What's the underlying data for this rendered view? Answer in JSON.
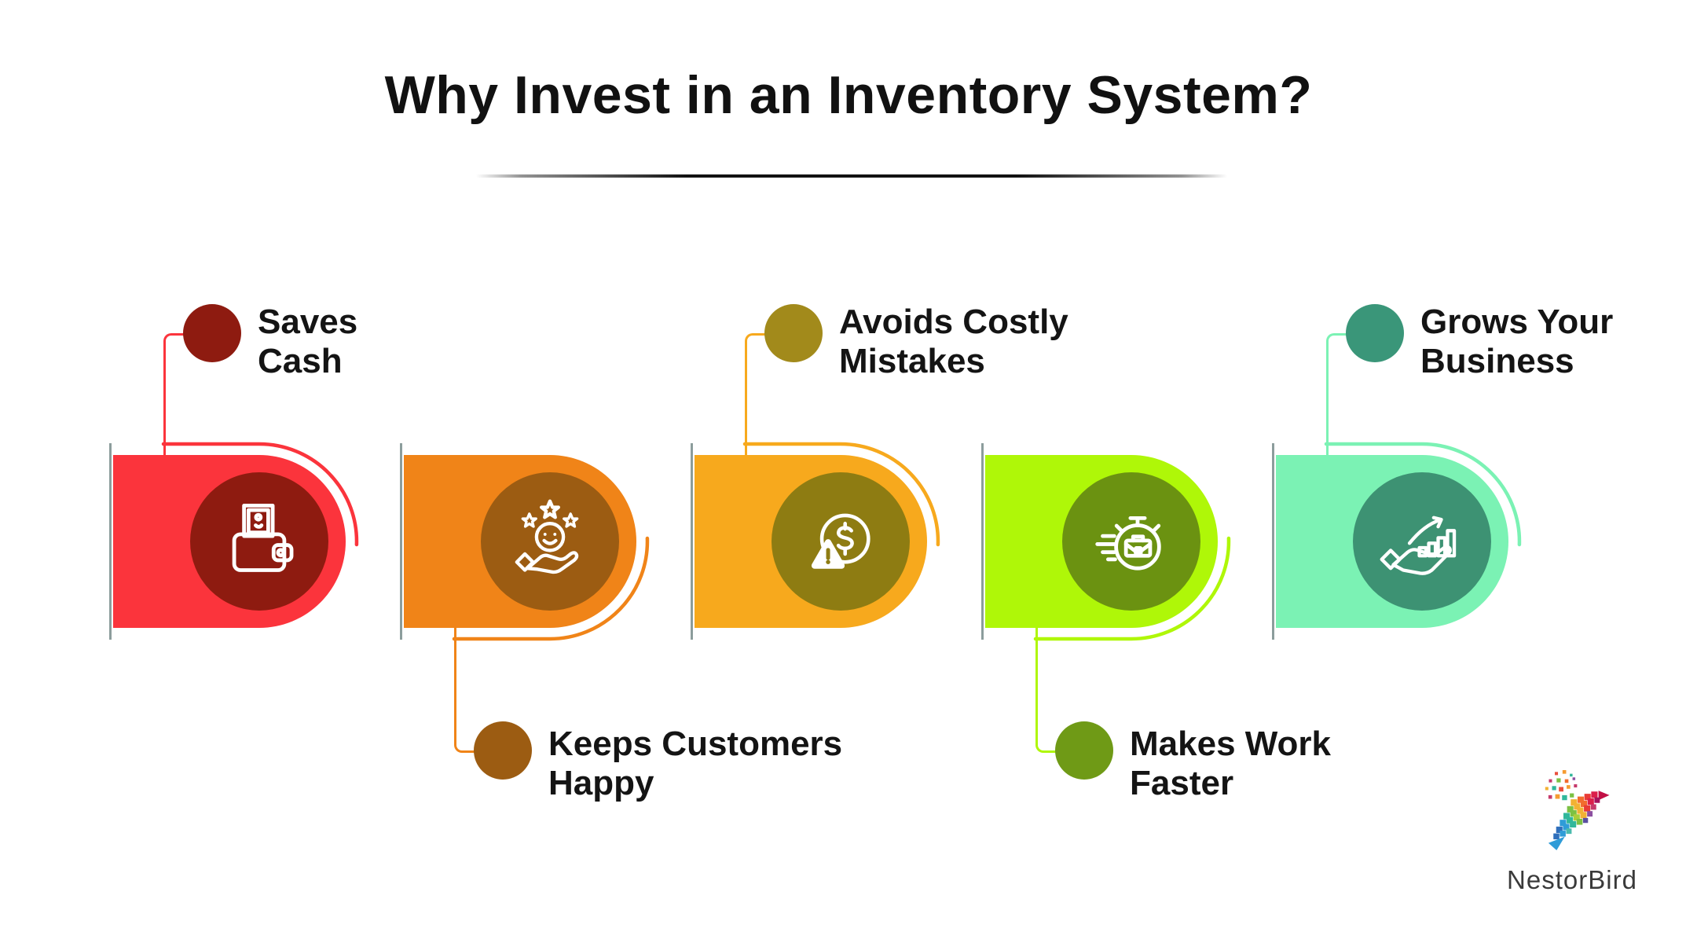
{
  "title": "Why Invest in an Inventory System?",
  "steps": [
    {
      "id": "saves-cash",
      "label_line1": "Saves",
      "label_line2": "Cash",
      "position": "top",
      "fill": "#FB343C",
      "circle": "#8E1B10",
      "dot": "#8E1B10",
      "icon": "wallet-icon"
    },
    {
      "id": "keeps-customers-happy",
      "label_line1": "Keeps Customers",
      "label_line2": "Happy",
      "position": "bottom",
      "fill": "#F08418",
      "circle": "#9C5C12",
      "dot": "#9C5C12",
      "icon": "happy-customer-icon"
    },
    {
      "id": "avoids-costly-mistakes",
      "label_line1": "Avoids Costly",
      "label_line2": "Mistakes",
      "position": "top",
      "fill": "#F7A91D",
      "circle": "#8E7C12",
      "dot": "#A28A1B",
      "icon": "dollar-warning-icon"
    },
    {
      "id": "makes-work-faster",
      "label_line1": "Makes Work",
      "label_line2": "Faster",
      "position": "bottom",
      "fill": "#AFF708",
      "circle": "#6B9211",
      "dot": "#6F9A16",
      "icon": "work-faster-stopwatch-icon"
    },
    {
      "id": "grows-your-business",
      "label_line1": "Grows Your",
      "label_line2": "Business",
      "position": "top",
      "fill": "#7BF2B4",
      "circle": "#3D9273",
      "dot": "#3A9679",
      "icon": "growth-chart-hand-icon"
    }
  ],
  "brand": {
    "name": "NestorBird",
    "logo_icon": "nestorbird-pixel-bird-logo-icon"
  }
}
